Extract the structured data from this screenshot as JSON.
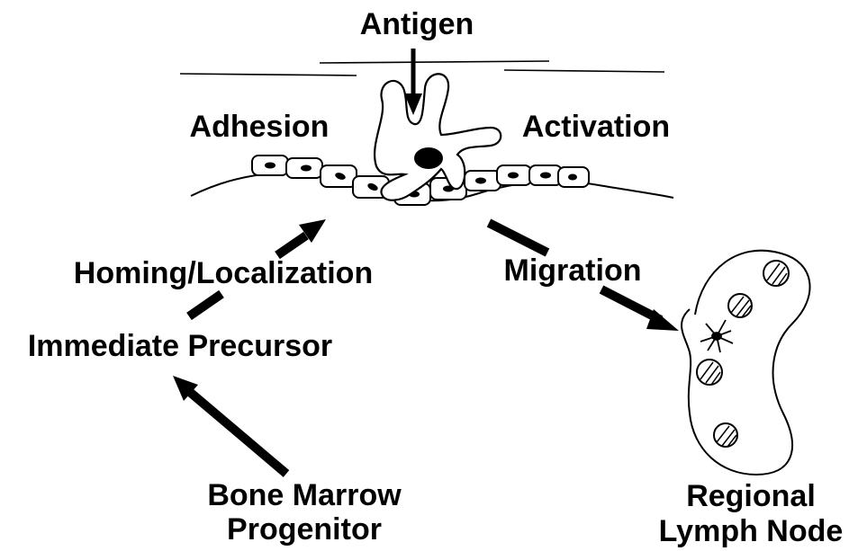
{
  "labels": {
    "antigen": "Antigen",
    "adhesion": "Adhesion",
    "activation": "Activation",
    "homing": "Homing/Localization",
    "migration": "Migration",
    "precursor": "Immediate Precursor",
    "bone_marrow_line1": "Bone Marrow",
    "bone_marrow_line2": "Progenitor",
    "lymph_node_line1": "Regional",
    "lymph_node_line2": "Lymph Node"
  },
  "colors": {
    "ink": "#000000",
    "background": "#ffffff"
  }
}
